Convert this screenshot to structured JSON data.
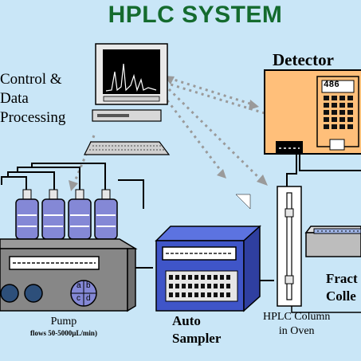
{
  "title": "HPLC SYSTEM",
  "labels": {
    "control_line1": "Control &",
    "control_line2": "Data",
    "control_line3": "Processing",
    "detector": "Detector",
    "detector_display": "486",
    "pump_line1": "Pump",
    "pump_line2": "flows 50-5000µL/min)",
    "auto_line1": "Auto",
    "auto_line2": "Sampler",
    "column_line1": "HPLC Column",
    "column_line2": "in Oven",
    "fraction_line1": "Fract",
    "fraction_line2": "Colle",
    "valve_a": "a",
    "valve_b": "b",
    "valve_c": "c",
    "valve_d": "d"
  },
  "colors": {
    "background": "#c9e6f7",
    "title": "#146b2e",
    "detector_body": "#ffbf7a",
    "autosampler_body": "#3f55c8",
    "solvent_bottle": "#8488d6",
    "data_link": "#9a9a9a"
  }
}
